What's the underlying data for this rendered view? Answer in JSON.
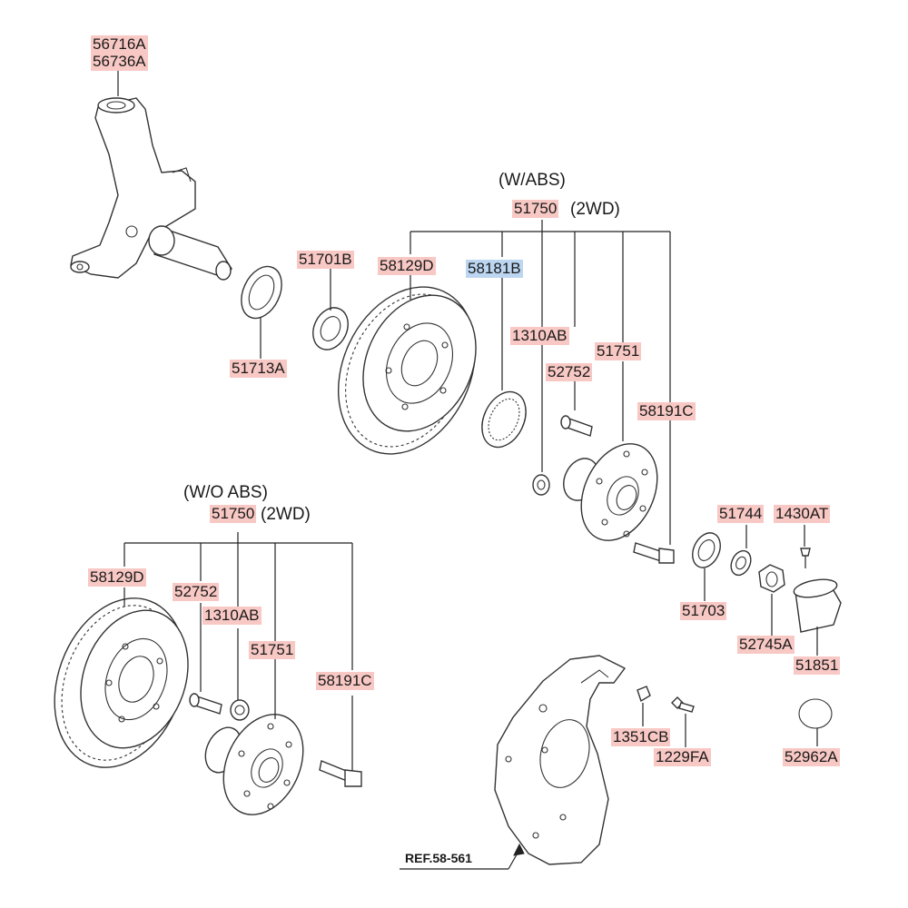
{
  "headers": {
    "w_abs": "(W/ABS)",
    "wo_abs": "(W/O ABS)",
    "two_wd_top": "(2WD)",
    "two_wd_bottom": "(2WD)"
  },
  "labels": {
    "knuckle_a": "56716A",
    "knuckle_b": "56736A",
    "seal_inner": "51713A",
    "bearing_inner": "51701B",
    "disc_top": "58129D",
    "abs_ring": "58181B",
    "hub_assy_top": "51750",
    "nut_top": "1310AB",
    "bolt_top": "52752",
    "hub_top": "51751",
    "stud_top": "58191C",
    "bearing_outer": "51744",
    "seal_outer": "51703",
    "screw_cap": "1430AT",
    "lock_nut": "52745A",
    "hub_cap": "51851",
    "snap_ring": "52962A",
    "hub_assy_bottom": "51750",
    "disc_bottom": "58129D",
    "bolt_bottom": "52752",
    "nut_bottom": "1310AB",
    "hub_bottom": "51751",
    "stud_bottom": "58191C",
    "shield_nut": "1351CB",
    "shield_bolt": "1229FA",
    "ref": "REF.58-561"
  },
  "colors": {
    "part_number_highlight": "#f8c8c4",
    "selected_part_highlight": "#bcd6f2"
  }
}
